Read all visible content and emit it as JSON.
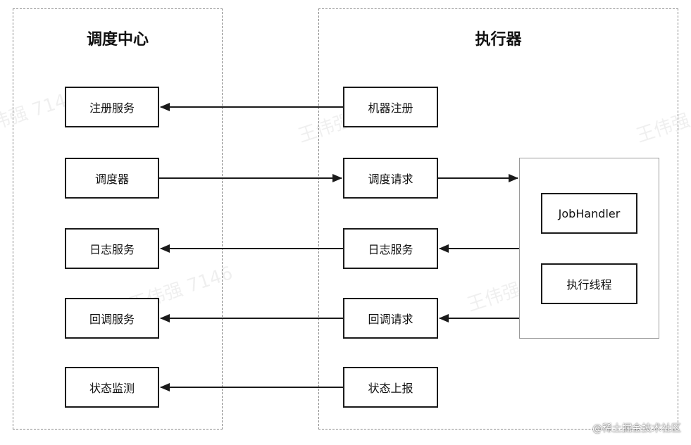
{
  "scheduler": {
    "title": "调度中心",
    "items": [
      "注册服务",
      "调度器",
      "日志服务",
      "回调服务",
      "状态监测"
    ]
  },
  "executor": {
    "title": "执行器",
    "items": [
      "机器注册",
      "调度请求",
      "日志服务",
      "回调请求",
      "状态上报"
    ],
    "thread_panel": {
      "items": [
        "JobHandler",
        "执行线程"
      ]
    }
  },
  "watermark_text": "王伟强 7146",
  "credit": "@稀土掘金技术社区",
  "colors": {
    "line": "#1a1a1a",
    "dashed_border": "#8a8a8a",
    "panel_border": "#9a9a9a"
  }
}
